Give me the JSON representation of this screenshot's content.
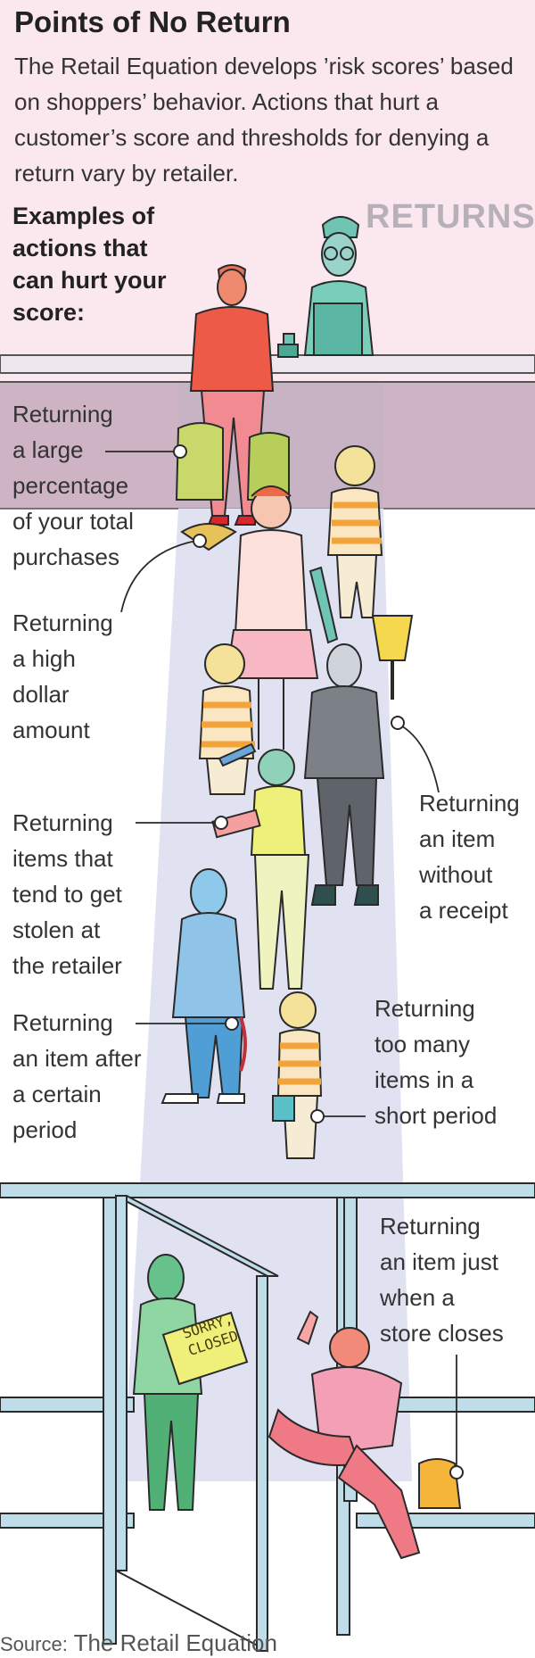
{
  "title": "Points of No Return",
  "intro": "The Retail Equation develops ’risk scores’ based on shoppers’ behavior. Actions that hurt a customer’s score and thresholds for denying a return vary by retailer.",
  "examples_heading": "Examples of actions that can hurt your score:",
  "store_sign": "RETURNS",
  "closed_sign": {
    "line1": "SORRY,",
    "line2": "CLOSED"
  },
  "labels": {
    "large_percentage": [
      "Returning",
      "a large",
      "percentage",
      "of your total",
      "purchases"
    ],
    "high_dollar": [
      "Returning",
      "a high",
      "dollar",
      "amount"
    ],
    "no_receipt": [
      "Returning",
      "an item",
      "without",
      "a receipt"
    ],
    "stolen_items": [
      "Returning",
      "items that",
      "tend to get",
      "stolen at",
      "the retailer"
    ],
    "after_period": [
      "Returning",
      "an item after",
      "a certain",
      "period"
    ],
    "too_many": [
      "Returning",
      "too many",
      "items in a",
      "short period"
    ],
    "store_closes": [
      "Returning",
      "an item just",
      "when a",
      "store closes"
    ]
  },
  "source": {
    "label": "Source:",
    "name": "The Retail Equation"
  },
  "colors": {
    "background_pink": "#fbe7ee",
    "counter_mauve": "#cdb3c3",
    "queue_lavender": "#e0e1f1",
    "door_frame": "#bfdde8",
    "ink": "#2a2a2a"
  }
}
